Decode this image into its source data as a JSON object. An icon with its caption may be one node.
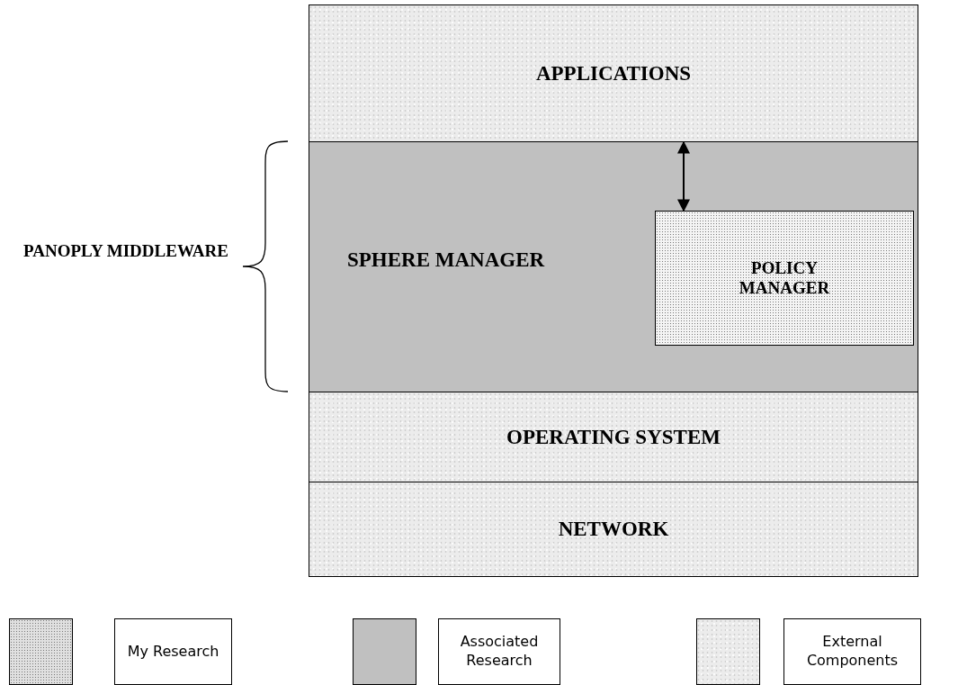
{
  "diagram": {
    "nodes": [
      {
        "text": [
          "APPLICATIONS"
        ]
      },
      {
        "text": [
          "SPHERE MANAGER"
        ]
      },
      {
        "text": [
          "POLICY MANAGER"
        ],
        "in": 1
      },
      {
        "text": [
          "OPERATING SYSTEM"
        ]
      },
      {
        "text": [
          "NETWORK"
        ]
      }
    ],
    "edges": [
      {
        "from": 0,
        "to": 2,
        "arrow": "both"
      }
    ],
    "labels": [
      "PANOPLY MIDDLEWARE"
    ],
    "legend": [
      {
        "text": "My Research",
        "color": "#e0e0e0"
      },
      {
        "text": "Associated Research",
        "color": "#c0c0c0"
      },
      {
        "text": "External Components",
        "color": "#ececec"
      }
    ]
  }
}
